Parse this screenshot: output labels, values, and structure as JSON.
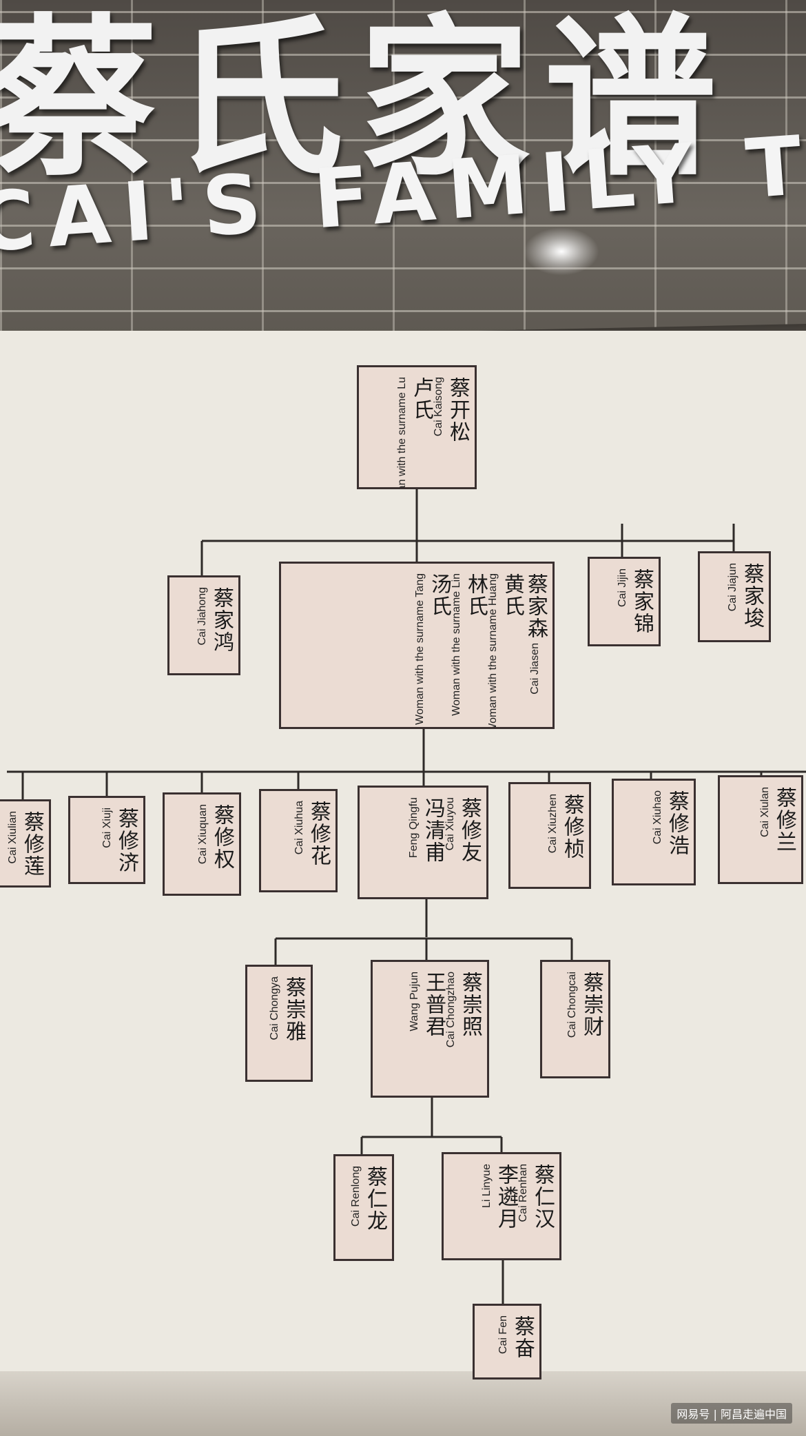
{
  "header": {
    "title_cn": "蔡氏家谱",
    "title_en": "CAI'S FAMILY TREE"
  },
  "nodes": {
    "root": {
      "names": [
        "蔡开松",
        "卢氏"
      ],
      "romans": [
        "Cai Kaisong",
        "Woman with the surname Lu"
      ]
    },
    "jiahong": {
      "names": [
        "蔡家鸿"
      ],
      "romans": [
        "Cai Jiahong"
      ]
    },
    "jiasen": {
      "names": [
        "蔡家森",
        "黄氏",
        "林氏",
        "汤氏"
      ],
      "romans": [
        "Cai Jiasen",
        "Woman with the surname Huang",
        "Woman with the surname Lin",
        "Woman with the surname Tang"
      ]
    },
    "jijin": {
      "names": [
        "蔡家锦"
      ],
      "romans": [
        "Cai Jijin"
      ]
    },
    "jiajun": {
      "names": [
        "蔡家埈"
      ],
      "romans": [
        "Cai Jiajun"
      ]
    },
    "xiulian_l": {
      "names": [
        "蔡修莲"
      ],
      "romans": [
        "Cai Xiulian"
      ]
    },
    "xiuji": {
      "names": [
        "蔡修济"
      ],
      "romans": [
        "Cai Xiuji"
      ]
    },
    "xiuquan": {
      "names": [
        "蔡修权"
      ],
      "romans": [
        "Cai Xiuquan"
      ]
    },
    "xiuhua": {
      "names": [
        "蔡修花"
      ],
      "romans": [
        "Cai Xiuhua"
      ]
    },
    "xiuyou": {
      "names": [
        "蔡修友",
        "冯清甫"
      ],
      "romans": [
        "Cai Xiuyou",
        "Feng Qingfu"
      ]
    },
    "xiuzhen": {
      "names": [
        "蔡修桢"
      ],
      "romans": [
        "Cai Xiuzhen"
      ]
    },
    "xiuhao": {
      "names": [
        "蔡修浩"
      ],
      "romans": [
        "Cai Xiuhao"
      ]
    },
    "xiulan": {
      "names": [
        "蔡修兰"
      ],
      "romans": [
        "Cai Xiulan"
      ]
    },
    "chongya": {
      "names": [
        "蔡崇雅"
      ],
      "romans": [
        "Cai Chongya"
      ]
    },
    "chongzhao": {
      "names": [
        "蔡崇照",
        "王普君"
      ],
      "romans": [
        "Cai Chongzhao",
        "Wang Pujun"
      ]
    },
    "chongcai": {
      "names": [
        "蔡崇财"
      ],
      "romans": [
        "Cai Chongcai"
      ]
    },
    "renlong": {
      "names": [
        "蔡仁龙"
      ],
      "romans": [
        "Cai Renlong"
      ]
    },
    "renhan": {
      "names": [
        "蔡仁汉",
        "李遴月"
      ],
      "romans": [
        "Cai Renhan",
        "Li Linyue"
      ]
    },
    "fen": {
      "names": [
        "蔡奋"
      ],
      "romans": [
        "Cai Fen"
      ]
    }
  },
  "watermark": "网易号 | 阿昌走遍中国"
}
